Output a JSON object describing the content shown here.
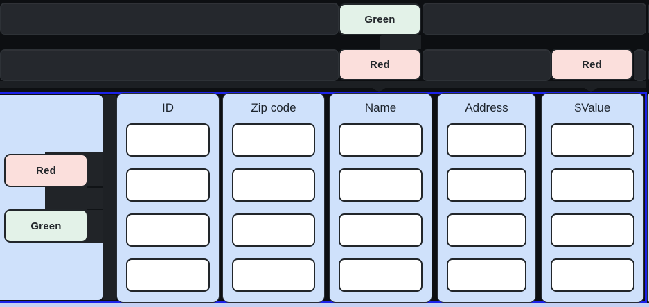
{
  "canvas_rows": {
    "row1": {
      "badges": [
        {
          "label": "Green",
          "color": "green"
        }
      ]
    },
    "row2": {
      "badges": [
        {
          "label": "Red",
          "color": "red"
        },
        {
          "label": "Red",
          "color": "red"
        }
      ]
    }
  },
  "left_panel": {
    "badges": [
      {
        "label": "Red",
        "color": "red"
      },
      {
        "label": "Green",
        "color": "green"
      }
    ]
  },
  "table": {
    "columns": [
      {
        "header": "ID"
      },
      {
        "header": "Zip code"
      },
      {
        "header": "Name"
      },
      {
        "header": "Address"
      },
      {
        "header": "$Value"
      }
    ],
    "empty_cells_per_column": 4
  },
  "colors": {
    "canvas_background": "#0d0f12",
    "dark_row_band": "#25282d",
    "panel_light_blue": "#cfe1fb",
    "badge_red": "#fbdfdc",
    "badge_green": "#e3f2e8",
    "selection_blue": "#1c22e8",
    "bottom_lavender": "#c6d0f2",
    "cell_white": "#ffffff",
    "outline_dark": "#22262a"
  }
}
